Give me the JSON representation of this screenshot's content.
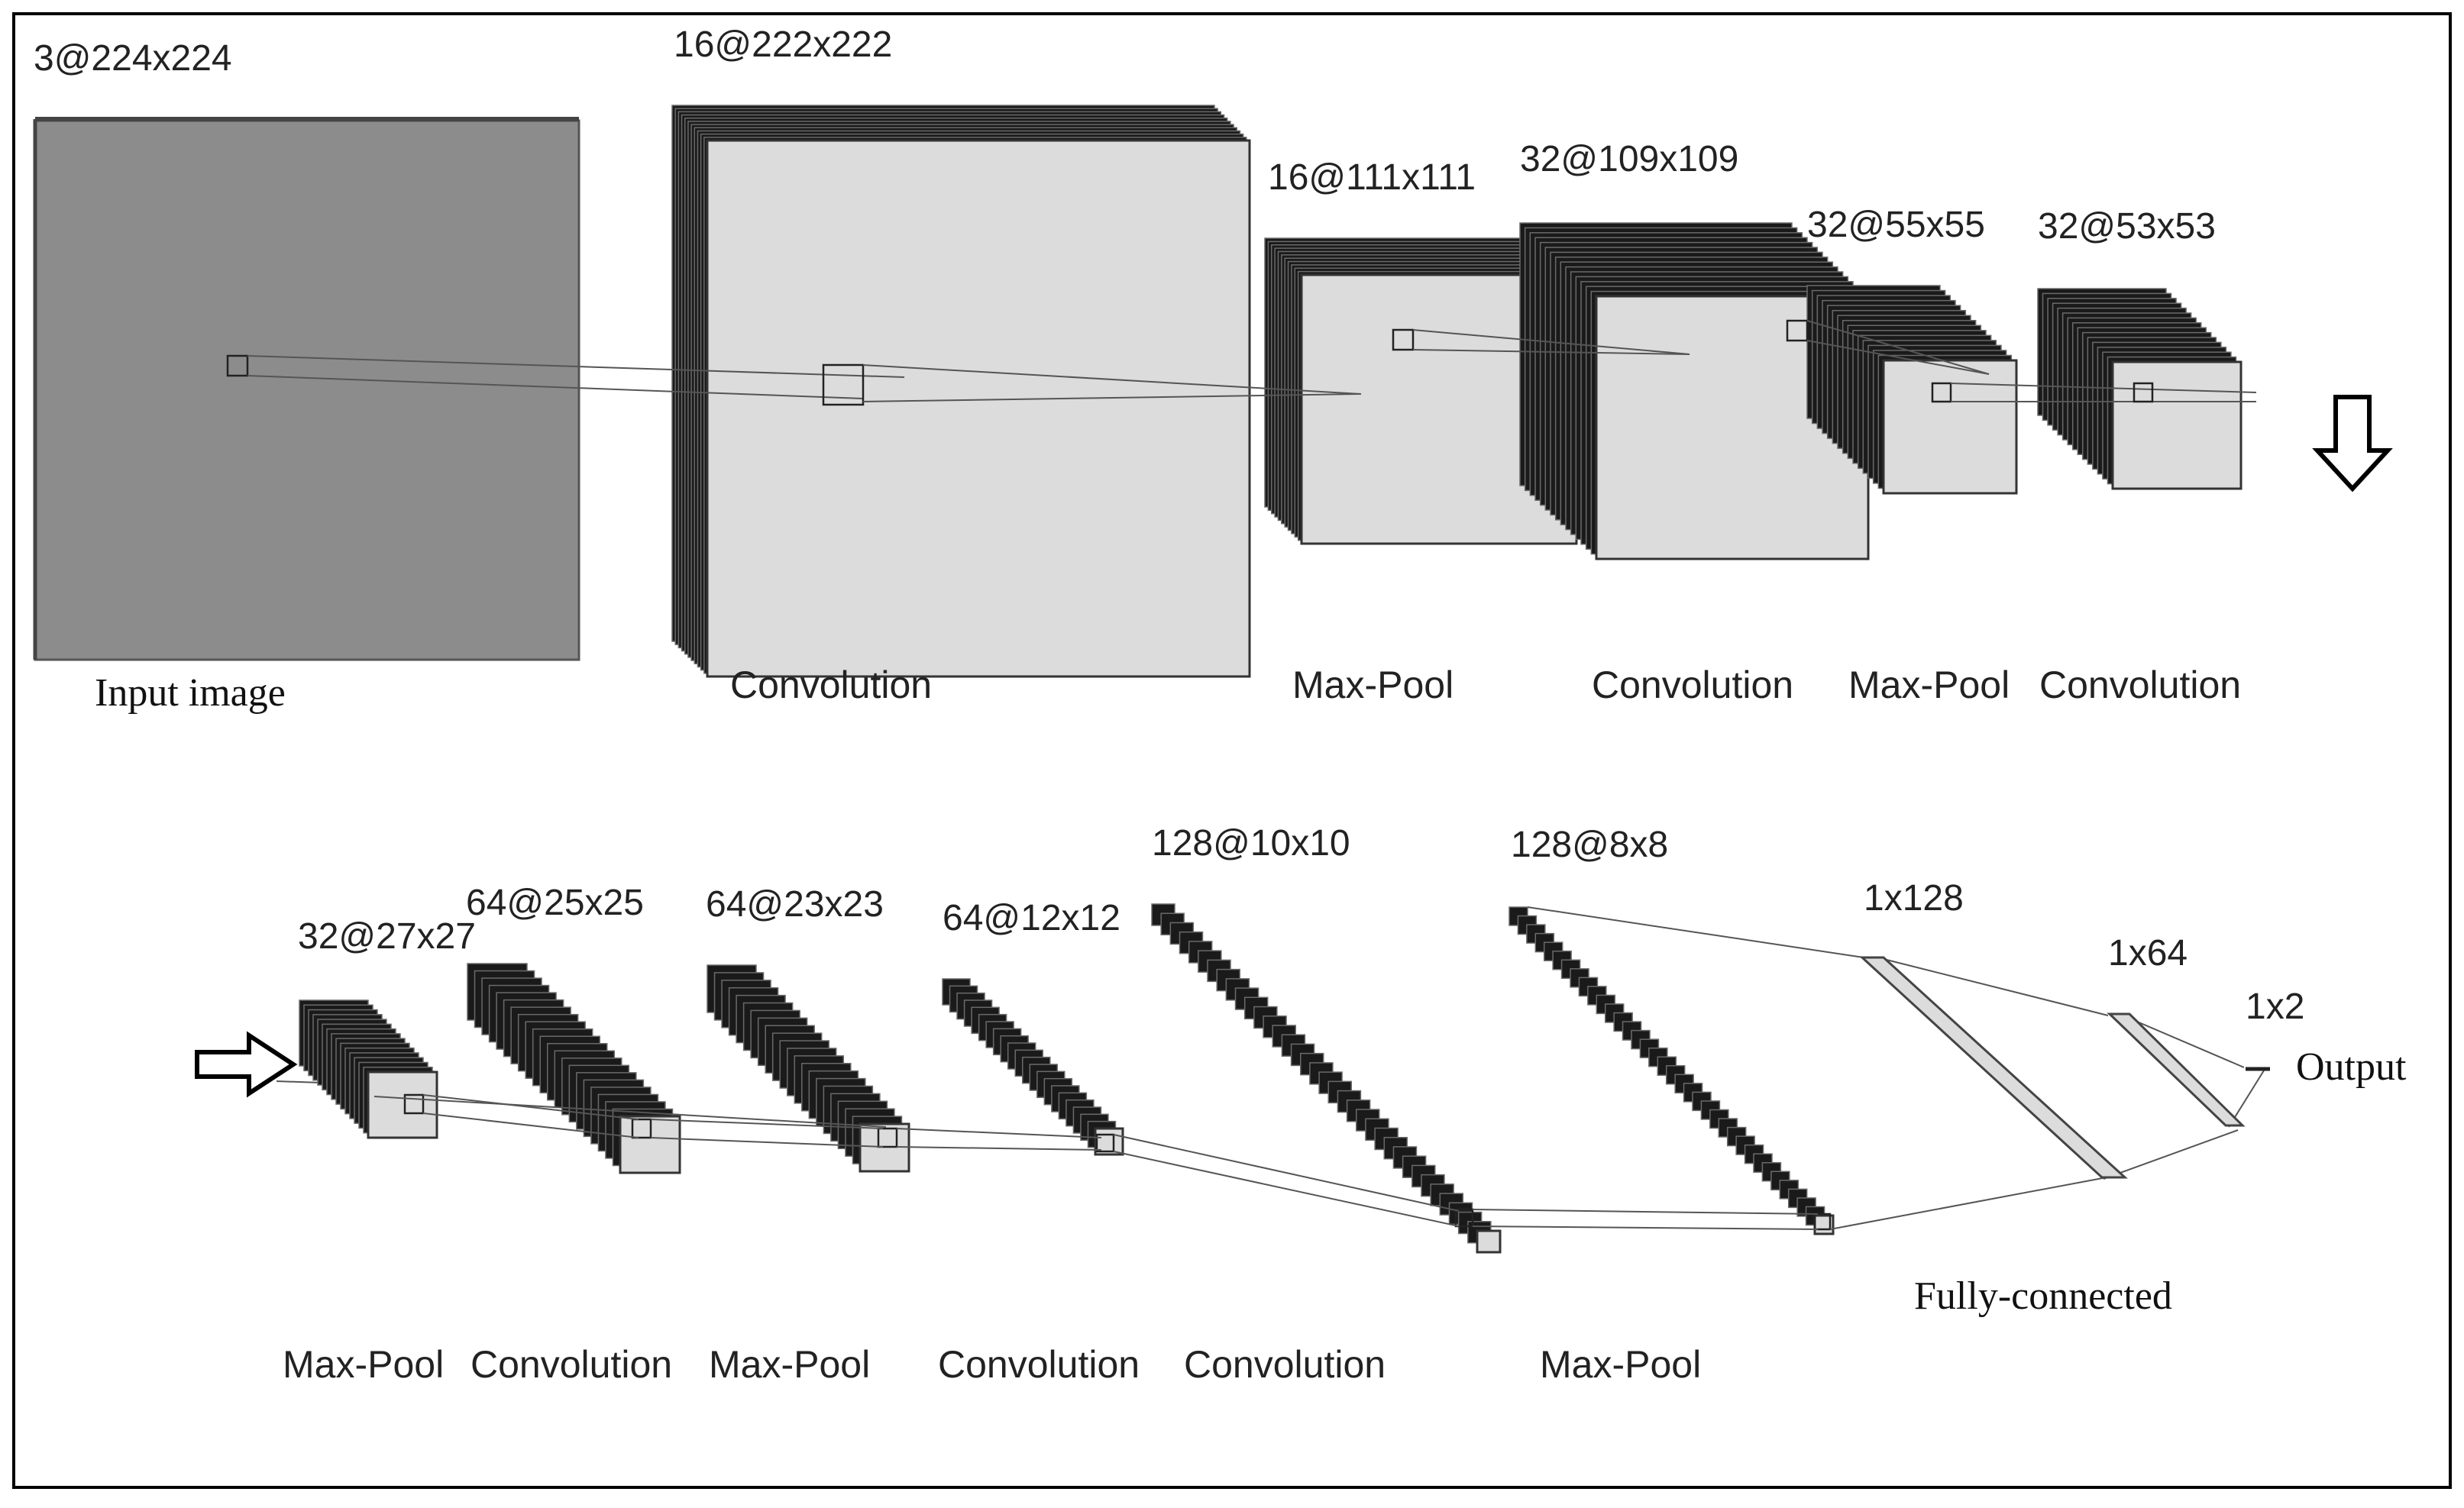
{
  "colors": {
    "frame": "#000000",
    "input_face": "#8c8c8c",
    "feature_face": "#dcdcdc",
    "slab": "#1a1a1a",
    "slab_edge": "#6a6a6a",
    "text": "#222222"
  },
  "icons": {
    "down_arrow": "down-arrow-outline",
    "right_arrow": "right-arrow-outline"
  },
  "top_row": [
    {
      "dim": "3@224x224",
      "label": "Input image"
    },
    {
      "dim": "16@222x222",
      "label": "Convolution"
    },
    {
      "dim": "16@111x111",
      "label": "Max-Pool"
    },
    {
      "dim": "32@109x109",
      "label": "Convolution"
    },
    {
      "dim": "32@55x55",
      "label": "Max-Pool"
    },
    {
      "dim": "32@53x53",
      "label": "Convolution"
    }
  ],
  "bottom_row": [
    {
      "dim": "32@27x27",
      "label": "Max-Pool"
    },
    {
      "dim": "64@25x25",
      "label": "Convolution"
    },
    {
      "dim": "64@23x23",
      "label": "Max-Pool"
    },
    {
      "dim": "64@12x12",
      "label": "Convolution"
    },
    {
      "dim": "128@10x10",
      "label": "Convolution"
    },
    {
      "dim": "128@8x8",
      "label": "Max-Pool"
    }
  ],
  "fully_connected": {
    "label": "Fully-connected",
    "layers": [
      "1x128",
      "1x64",
      "1x2"
    ],
    "output_label": "Output"
  }
}
